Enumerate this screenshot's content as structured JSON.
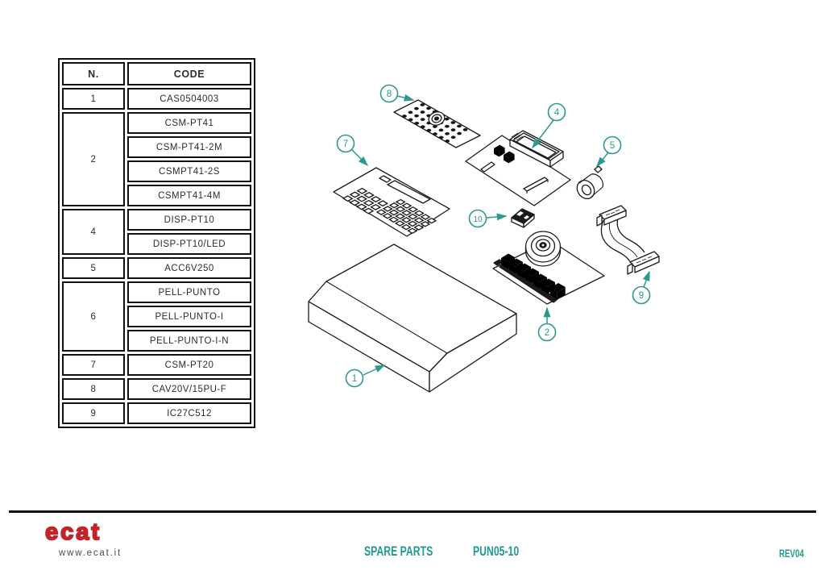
{
  "table": {
    "headers": {
      "n": "N.",
      "code": "CODE"
    },
    "rows": [
      {
        "n": "1",
        "codes": [
          "CAS0504003"
        ]
      },
      {
        "n": "2",
        "codes": [
          "CSM-PT41",
          "CSM-PT41-2M",
          "CSMPT41-2S",
          "CSMPT41-4M"
        ]
      },
      {
        "n": "4",
        "codes": [
          "DISP-PT10",
          "DISP-PT10/LED"
        ]
      },
      {
        "n": "5",
        "codes": [
          "ACC6V250"
        ]
      },
      {
        "n": "6",
        "codes": [
          "PELL-PUNTO",
          "PELL-PUNTO-I",
          "PELL-PUNTO-I-N"
        ]
      },
      {
        "n": "7",
        "codes": [
          "CSM-PT20"
        ]
      },
      {
        "n": "8",
        "codes": [
          "CAV20V/15PU-F"
        ]
      },
      {
        "n": "9",
        "codes": [
          "IC27C512"
        ]
      }
    ]
  },
  "diagram": {
    "accent_color": "#2a9a8e",
    "line_color": "#1b1b1b",
    "callouts": [
      {
        "number": "1",
        "part": "bottom-case"
      },
      {
        "number": "2",
        "part": "main-board"
      },
      {
        "number": "4",
        "part": "display-module"
      },
      {
        "number": "5",
        "part": "battery-cylinder"
      },
      {
        "number": "7",
        "part": "front-panel"
      },
      {
        "number": "8",
        "part": "keypad-board"
      },
      {
        "number": "9",
        "part": "ribbon-cable"
      },
      {
        "number": "10",
        "part": "eprom-chip"
      }
    ]
  },
  "footer": {
    "logo_text": "ecat",
    "website": "www.ecat.it",
    "doc_type": "SPARE PARTS",
    "model": "PUN05-10",
    "revision": "REV04",
    "logo_color": "#c22428",
    "accent_color": "#1f9a91"
  }
}
